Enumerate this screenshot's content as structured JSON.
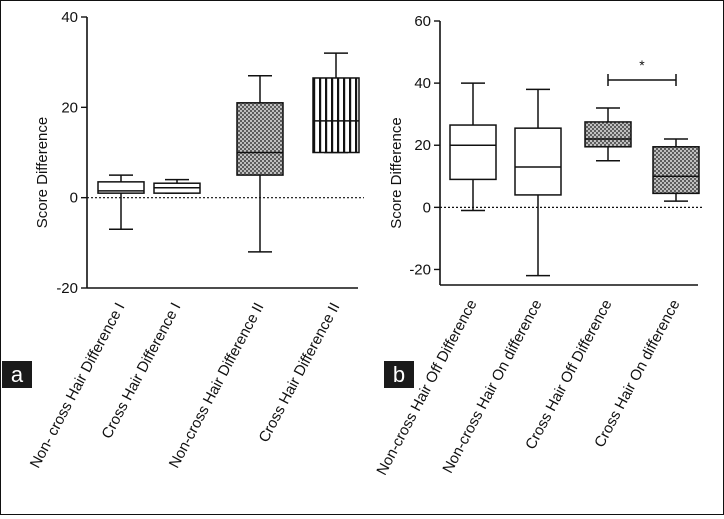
{
  "figure": {
    "panels": [
      {
        "id": "a",
        "label": "a"
      },
      {
        "id": "b",
        "label": "b"
      }
    ]
  },
  "chart_data": [
    {
      "panel": "a",
      "type": "box",
      "ylabel": "Score Difference",
      "xlabel": "",
      "ylim": [
        -20,
        40
      ],
      "yticks": [
        -20,
        0,
        20,
        40
      ],
      "reference_line": 0,
      "categories": [
        "Non- cross Hair Difference I",
        "Cross Hair  Difference I",
        "Non-cross Hair Difference II",
        "Cross Hair Difference II"
      ],
      "boxes": [
        {
          "whisker_low": -7,
          "q1": 1,
          "median": 1.5,
          "q3": 3.5,
          "whisker_high": 5,
          "fill": "white"
        },
        {
          "whisker_low": 1,
          "q1": 1,
          "median": 2.2,
          "q3": 3.2,
          "whisker_high": 4,
          "fill": "white"
        },
        {
          "whisker_low": -12,
          "q1": 5,
          "median": 10,
          "q3": 21,
          "whisker_high": 27,
          "fill": "crosshatch"
        },
        {
          "whisker_low": 10,
          "q1": 10,
          "median": 17,
          "q3": 26.5,
          "whisker_high": 32,
          "fill": "vertical-stripes"
        }
      ]
    },
    {
      "panel": "b",
      "type": "box",
      "ylabel": "Score Difference",
      "xlabel": "",
      "ylim": [
        -25,
        60
      ],
      "yticks": [
        -20,
        0,
        20,
        40,
        60
      ],
      "reference_line": 0,
      "categories": [
        "Non-cross Hair Off Difference",
        "Non-cross  Hair On difference",
        "Cross Hair Off Difference",
        "Cross Hair On difference"
      ],
      "boxes": [
        {
          "whisker_low": -1,
          "q1": 9,
          "median": 20,
          "q3": 26.5,
          "whisker_high": 40,
          "fill": "white"
        },
        {
          "whisker_low": -22,
          "q1": 4,
          "median": 13,
          "q3": 25.5,
          "whisker_high": 38,
          "fill": "white"
        },
        {
          "whisker_low": 15,
          "q1": 19.5,
          "median": 22,
          "q3": 27.5,
          "whisker_high": 32,
          "fill": "crosshatch"
        },
        {
          "whisker_low": 2,
          "q1": 4.5,
          "median": 10,
          "q3": 19.5,
          "whisker_high": 22,
          "fill": "crosshatch"
        }
      ],
      "significance": {
        "from_category": 2,
        "to_category": 3,
        "y": 41,
        "marker": "*"
      }
    }
  ]
}
